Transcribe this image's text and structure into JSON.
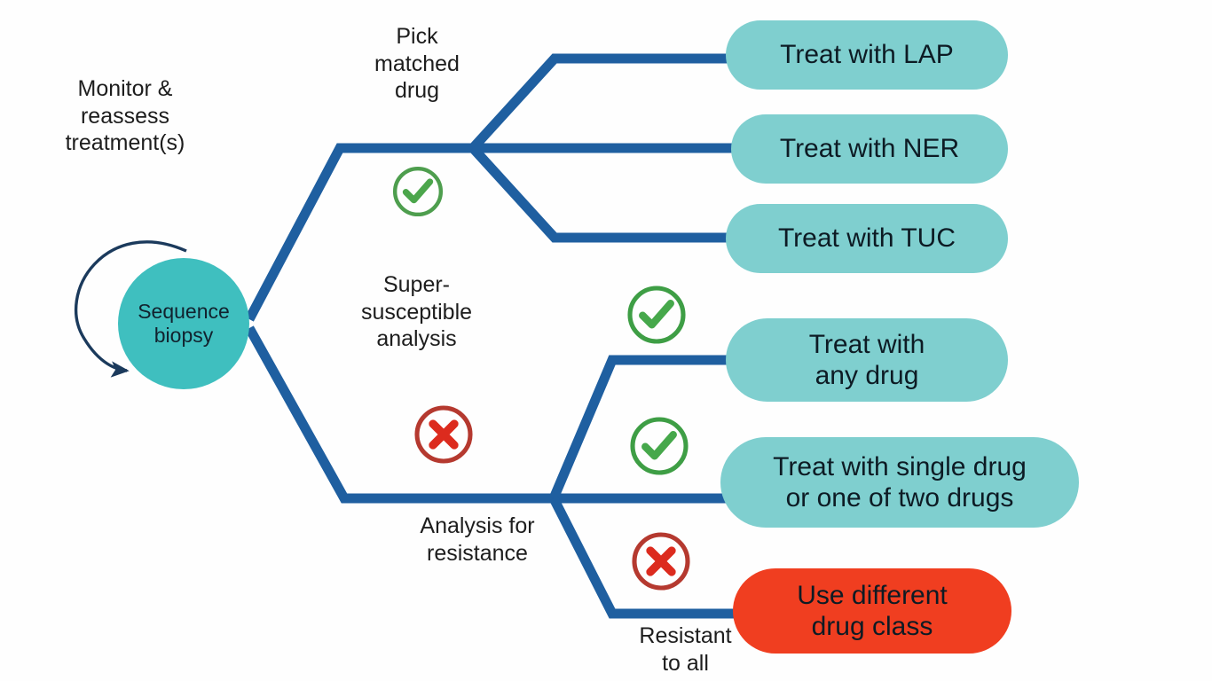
{
  "diagram": {
    "title": "Sequencing-guided treatment decision tree",
    "colors": {
      "line": "#1F5FA0",
      "circle_fill": "#3FBFBF",
      "pill_fill": "#7FCFCF",
      "alert_fill": "#F03E20",
      "check_green": "#3E9E45",
      "cross_red": "#C0392B",
      "text_dark": "#11222e",
      "background": "#FEFEFE"
    },
    "root": {
      "label": "Sequence\nbiopsy",
      "name": "sequence-biopsy-node"
    },
    "loop_label": "Monitor &\nreassess\ntreatment(s)",
    "branch_labels": [
      {
        "id": "pick-matched-drug",
        "text": "Pick\nmatched\ndrug"
      },
      {
        "id": "super-susceptible-analysis",
        "text": "Super-\nsusceptible\nanalysis"
      },
      {
        "id": "analysis-for-resistance",
        "text": "Analysis  for\nresistance"
      },
      {
        "id": "resistant-to-all",
        "text": "Resistant\nto all"
      }
    ],
    "outcomes": [
      {
        "id": "treat-with-lap",
        "text": "Treat with LAP",
        "style": "teal"
      },
      {
        "id": "treat-with-ner",
        "text": "Treat with NER",
        "style": "teal"
      },
      {
        "id": "treat-with-tuc",
        "text": "Treat with TUC",
        "style": "teal"
      },
      {
        "id": "treat-with-any-drug",
        "text": "Treat with\nany drug",
        "style": "teal"
      },
      {
        "id": "treat-with-single-or-two",
        "text": "Treat with single drug\nor one of two drugs",
        "style": "teal"
      },
      {
        "id": "use-different-drug-class",
        "text": "Use different\ndrug class",
        "style": "alert"
      }
    ],
    "status_icons": [
      {
        "id": "check-1",
        "type": "check"
      },
      {
        "id": "check-2",
        "type": "check"
      },
      {
        "id": "check-3",
        "type": "check"
      },
      {
        "id": "cross-1",
        "type": "cross"
      },
      {
        "id": "cross-2",
        "type": "cross"
      }
    ]
  }
}
